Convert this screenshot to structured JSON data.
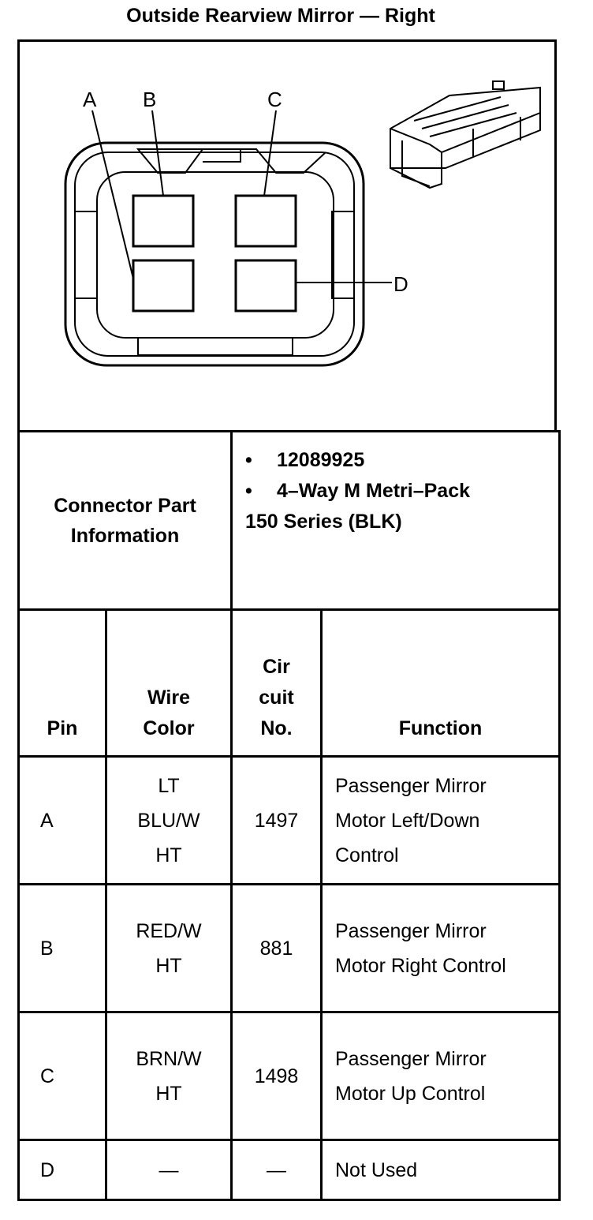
{
  "title": "Outside Rearview Mirror — Right",
  "diagram": {
    "pin_labels": [
      "A",
      "B",
      "C",
      "D"
    ]
  },
  "connector_info": {
    "label_line1": "Connector Part",
    "label_line2": "Information",
    "part_number": "12089925",
    "description_line1": "4–Way M Metri–Pack",
    "description_line2": "150 Series (BLK)",
    "bullet": "•"
  },
  "table": {
    "headers": {
      "pin": "Pin",
      "wire_color_1": "Wire",
      "wire_color_2": "Color",
      "circuit_1": "Cir",
      "circuit_2": "cuit",
      "circuit_3": "No.",
      "function": "Function"
    },
    "rows": [
      {
        "pin": "A",
        "wire": [
          "LT",
          "BLU/W",
          "HT"
        ],
        "circuit": "1497",
        "function": [
          "Passenger Mirror",
          "Motor Left/Down",
          "Control"
        ]
      },
      {
        "pin": "B",
        "wire": [
          "RED/W",
          "HT"
        ],
        "circuit": "881",
        "function": [
          "Passenger Mirror",
          "Motor Right Control"
        ]
      },
      {
        "pin": "C",
        "wire": [
          "BRN/W",
          "HT"
        ],
        "circuit": "1498",
        "function": [
          "Passenger Mirror",
          "Motor Up Control"
        ]
      },
      {
        "pin": "D",
        "wire": [
          "—"
        ],
        "circuit": "—",
        "function": [
          "Not Used"
        ]
      }
    ]
  }
}
